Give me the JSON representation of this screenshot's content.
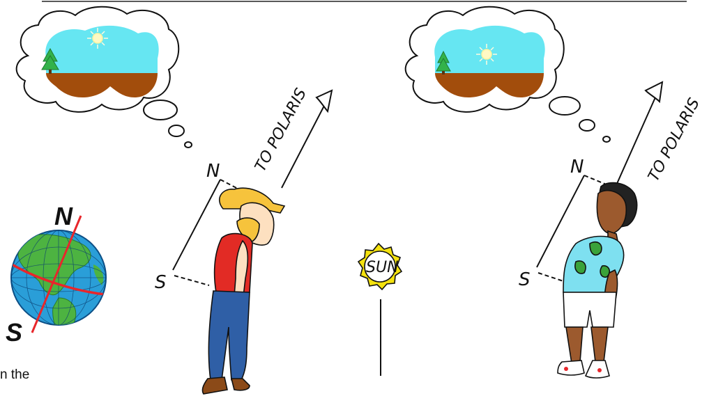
{
  "labels": {
    "to_polaris": "TO POLARIS",
    "north": "N",
    "south": "S",
    "sun": "SUN",
    "globe_north": "N",
    "globe_south": "S"
  },
  "caption": "n the",
  "colors": {
    "sky": "#66e6f2",
    "ground": "#a24d0c",
    "tree": "#33b24a",
    "globe_ocean": "#2a9ed8",
    "globe_land": "#4db341",
    "axis": "#e8262b",
    "girl_shirt": "#e22b25",
    "girl_jeans": "#2f5fa6",
    "girl_hair": "#f6c33c",
    "boy_shirt": "#7ee0f0",
    "sun_rays": "#f4e20f"
  },
  "icons": [
    "thought-bubble",
    "tree-icon",
    "sun-icon",
    "globe-icon",
    "arrow-icon"
  ]
}
